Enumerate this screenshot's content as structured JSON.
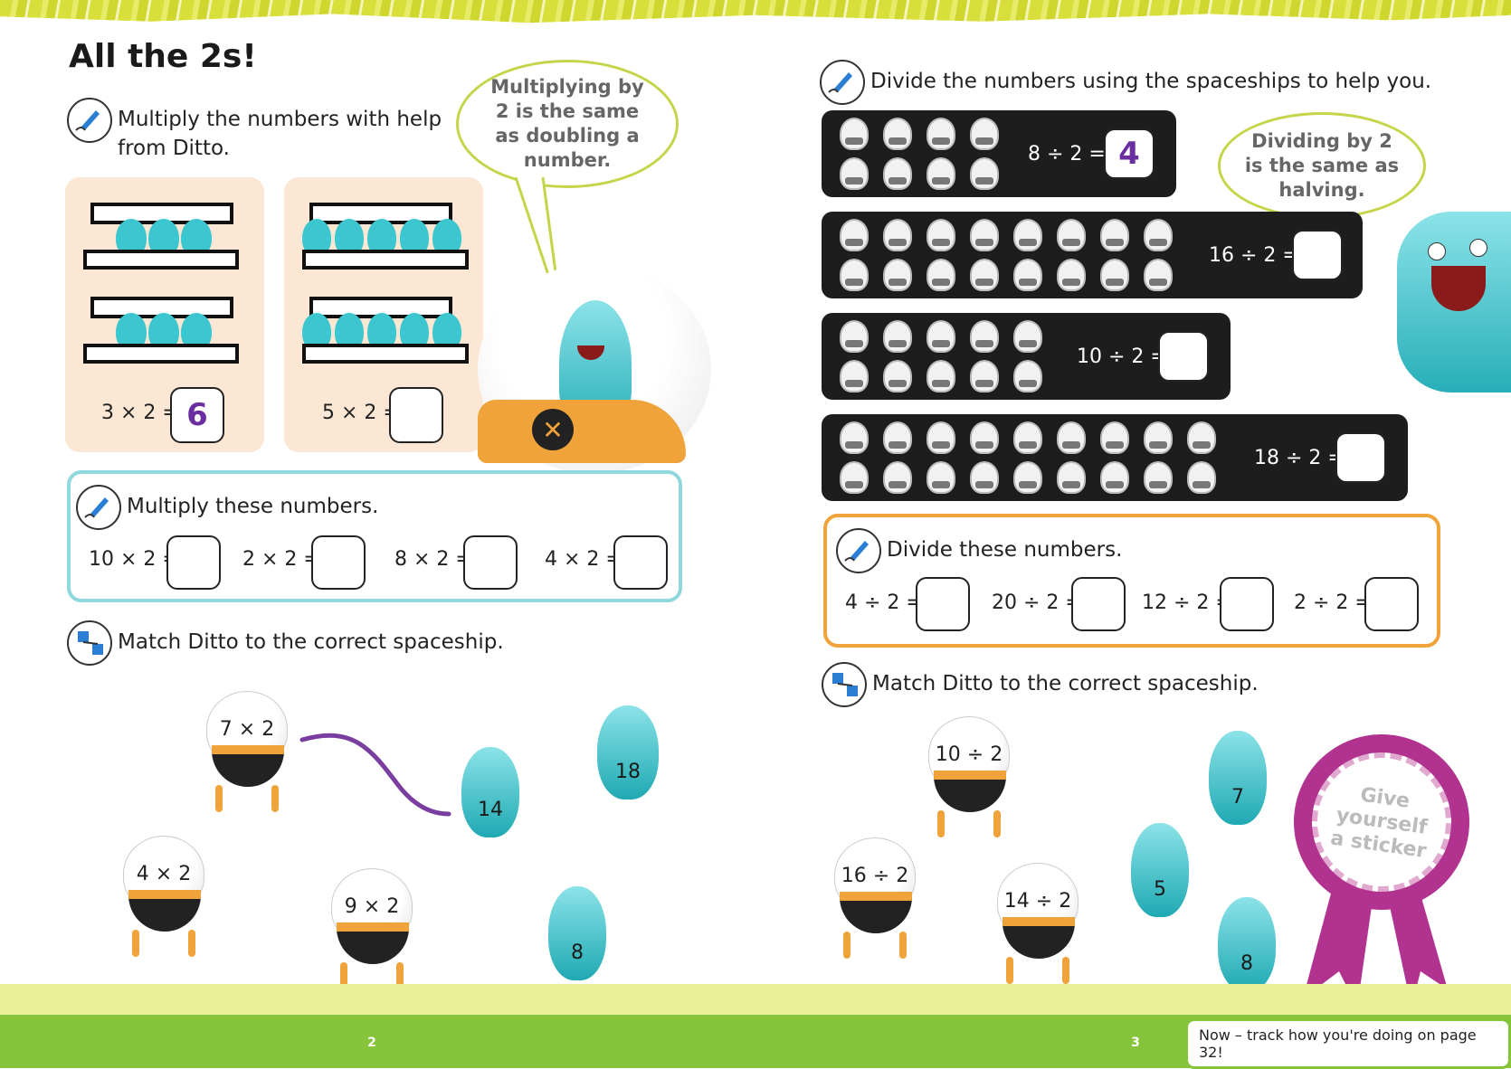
{
  "left": {
    "title": "All the 2s!",
    "instr1": "Multiply the numbers with help from Ditto.",
    "bubble": "Multiplying by 2 is the same as doubling a number.",
    "card1": {
      "eq": "3 × 2 =",
      "answer": "6"
    },
    "card2": {
      "eq": "5 × 2 =",
      "answer": ""
    },
    "instr2": "Multiply these numbers.",
    "row": [
      "10 × 2 =",
      "2 × 2 =",
      "8 × 2 =",
      "4 × 2 ="
    ],
    "instr3": "Match Ditto to the correct spaceship.",
    "ships": [
      "7 × 2",
      "4 × 2",
      "9 × 2"
    ],
    "dittos": [
      "14",
      "18",
      "8"
    ]
  },
  "right": {
    "instr1": "Divide the numbers using the spaceships to help you.",
    "bubble": "Dividing by 2 is the same as halving.",
    "bars": [
      {
        "eq": "8 ÷ 2 =",
        "answer": "4"
      },
      {
        "eq": "16 ÷ 2 =",
        "answer": ""
      },
      {
        "eq": "10 ÷ 2 =",
        "answer": ""
      },
      {
        "eq": "18 ÷ 2 =",
        "answer": ""
      }
    ],
    "instr2": "Divide these numbers.",
    "row": [
      "4 ÷ 2 =",
      "20 ÷ 2 =",
      "12 ÷ 2 =",
      "2 ÷ 2 ="
    ],
    "instr3": "Match Ditto to the correct spaceship.",
    "ships": [
      "10 ÷ 2",
      "16 ÷ 2",
      "14 ÷ 2"
    ],
    "dittos": [
      "7",
      "5",
      "8"
    ],
    "sticker": "Give yourself a sticker"
  },
  "footer": {
    "page_left": "2",
    "page_right": "3",
    "track": "Now – track how you're doing on page 32!"
  },
  "colors": {
    "accent_green": "#85c43b",
    "card_peach": "#fbe7d3",
    "teal_frame": "#8fd8de",
    "orange_frame": "#f0a33a",
    "answer_purple": "#6a2ea0",
    "rosette": "#b1338f"
  }
}
